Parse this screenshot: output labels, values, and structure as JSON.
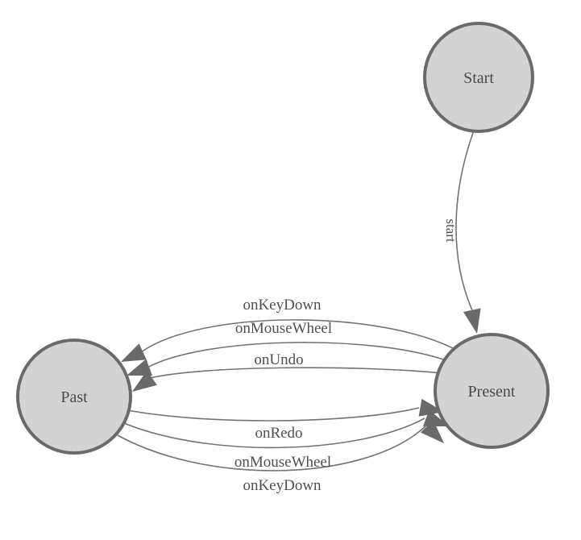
{
  "diagram": {
    "type": "state-machine",
    "nodes": [
      {
        "id": "start",
        "label": "Start"
      },
      {
        "id": "past",
        "label": "Past"
      },
      {
        "id": "present",
        "label": "Present"
      }
    ],
    "edges": [
      {
        "id": "e-start",
        "label": "start",
        "from": "Start",
        "to": "Present"
      },
      {
        "id": "e-keydown-top",
        "label": "onKeyDown",
        "from": "Present",
        "to": "Past"
      },
      {
        "id": "e-mousewheel-top",
        "label": "onMouseWheel",
        "from": "Present",
        "to": "Past"
      },
      {
        "id": "e-undo",
        "label": "onUndo",
        "from": "Present",
        "to": "Past"
      },
      {
        "id": "e-redo",
        "label": "onRedo",
        "from": "Past",
        "to": "Present"
      },
      {
        "id": "e-mousewheel-bottom",
        "label": "onMouseWheel",
        "from": "Past",
        "to": "Present"
      },
      {
        "id": "e-keydown-bottom",
        "label": "onKeyDown",
        "from": "Past",
        "to": "Present"
      }
    ],
    "colors": {
      "node_fill": "#d3d3d3",
      "node_stroke": "#6a6a6a",
      "edge_stroke": "#737373",
      "arrow_fill": "#6a6a6a",
      "label_text": "#4f4f51",
      "background": "#ffffff"
    }
  }
}
